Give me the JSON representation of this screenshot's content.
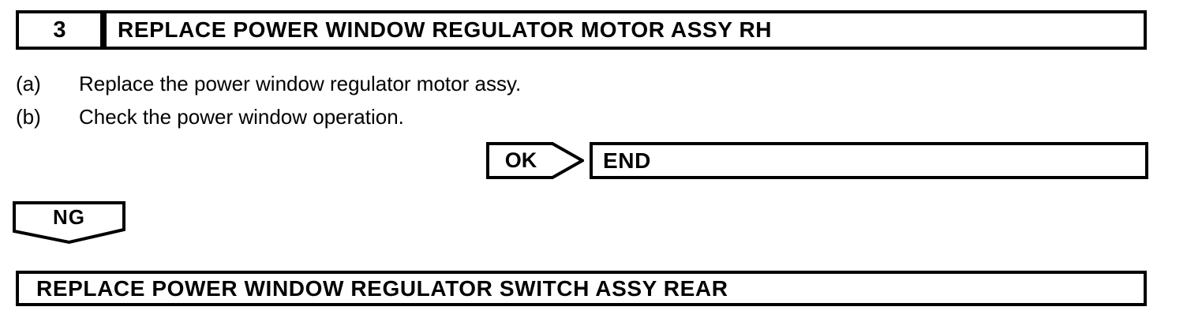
{
  "page": {
    "paper_color": "#ffffff",
    "ink_color": "#000000"
  },
  "step_header": {
    "number": "3",
    "title": "REPLACE POWER WINDOW REGULATOR MOTOR ASSY RH"
  },
  "instructions": [
    {
      "label": "(a)",
      "text": "Replace the power window regulator motor assy."
    },
    {
      "label": "(b)",
      "text": "Check the power window operation."
    }
  ],
  "flow": {
    "ok": {
      "label": "OK",
      "result": "END"
    },
    "ng": {
      "label": "NG",
      "next_action": "REPLACE POWER WINDOW REGULATOR SWITCH ASSY REAR"
    }
  }
}
